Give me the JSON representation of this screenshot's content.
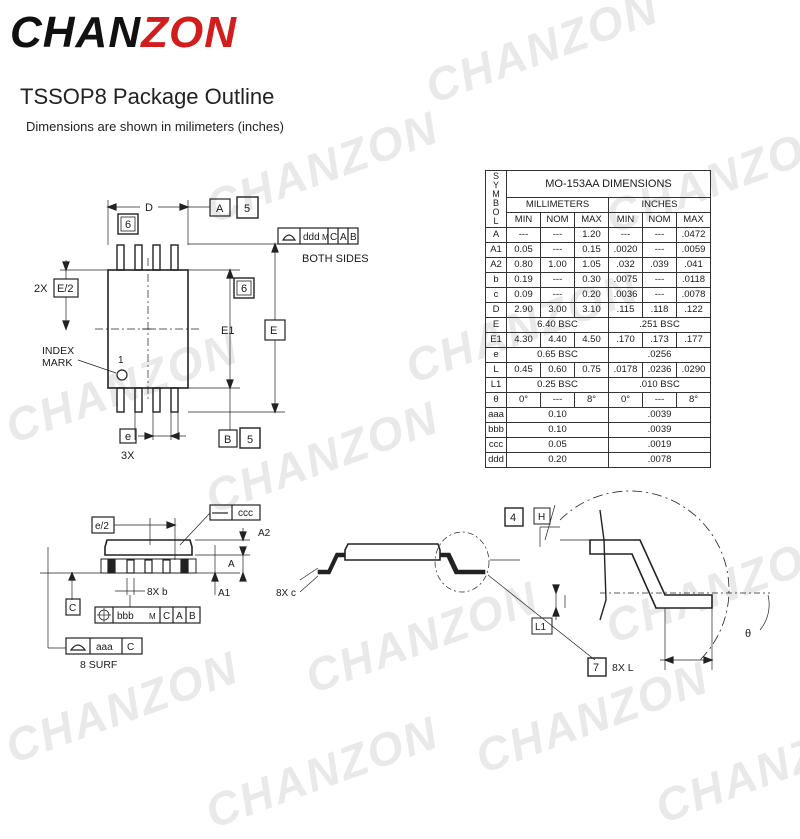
{
  "brand": {
    "prefix": "CHAN",
    "suffix": "ZON",
    "watermark": "CHANZON",
    "accent": "#d21d1d"
  },
  "header": {
    "title": "TSSOP8 Package Outline",
    "subtitle": "Dimensions are shown in milimeters (inches)"
  },
  "top_view": {
    "d": "D",
    "a": "A",
    "b_ref": "B",
    "five_1": "5",
    "five_2": "5",
    "six_1": "6",
    "six_2": "6",
    "fcf_top": "ddd",
    "fcf_m": "M",
    "fcf_c": "C",
    "fcf_a": "A",
    "fcf_b": "B",
    "both_sides": "BOTH SIDES",
    "two_x": "2X",
    "e_half": "E/2",
    "e1": "E1",
    "e": "E",
    "index_1": "INDEX",
    "index_2": "MARK",
    "pin1": "1",
    "e_small": "e",
    "three_x": "3X"
  },
  "side_view": {
    "e_half": "e/2",
    "ccc": "ccc",
    "a2": "A2",
    "a": "A",
    "a1": "A1",
    "eight_x_b": "8X b",
    "c": "C",
    "fcf_bbb": "bbb",
    "fcf_m": "M",
    "fcf_c": "C",
    "fcf_a": "A",
    "fcf_b": "B",
    "fcf_aaa": "aaa",
    "fcf_c2": "C",
    "eight_surf": "8 SURF"
  },
  "end_view": {
    "eight_x_c": "8X c"
  },
  "detail": {
    "four": "4",
    "h": "H",
    "l1": "L1",
    "theta": "θ",
    "seven": "7",
    "eight_x_l": "8X L"
  },
  "table": {
    "symbol_header": [
      "S",
      "Y",
      "M",
      "B",
      "O",
      "L"
    ],
    "group_title": "MO-153AA DIMENSIONS",
    "mm_label": "MILLIMETERS",
    "in_label": "INCHES",
    "cols": [
      "MIN",
      "NOM",
      "MAX",
      "MIN",
      "NOM",
      "MAX"
    ],
    "rows": [
      {
        "sym": "A",
        "mm": [
          "---",
          "---",
          "1.20"
        ],
        "in": [
          "---",
          "---",
          ".0472"
        ]
      },
      {
        "sym": "A1",
        "mm": [
          "0.05",
          "---",
          "0.15"
        ],
        "in": [
          ".0020",
          "---",
          ".0059"
        ]
      },
      {
        "sym": "A2",
        "mm": [
          "0.80",
          "1.00",
          "1.05"
        ],
        "in": [
          ".032",
          ".039",
          ".041"
        ]
      },
      {
        "sym": "b",
        "mm": [
          "0.19",
          "---",
          "0.30"
        ],
        "in": [
          ".0075",
          "---",
          ".0118"
        ]
      },
      {
        "sym": "c",
        "mm": [
          "0.09",
          "---",
          "0.20"
        ],
        "in": [
          ".0036",
          "---",
          ".0078"
        ]
      },
      {
        "sym": "D",
        "mm": [
          "2.90",
          "3.00",
          "3.10"
        ],
        "in": [
          ".115",
          ".118",
          ".122"
        ]
      },
      {
        "sym": "E",
        "mm_span": "6.40 BSC",
        "in_span": ".251 BSC"
      },
      {
        "sym": "E1",
        "mm": [
          "4.30",
          "4.40",
          "4.50"
        ],
        "in": [
          ".170",
          ".173",
          ".177"
        ]
      },
      {
        "sym": "e",
        "mm_span2": "0.65 BSC",
        "in_span2": ".0256"
      },
      {
        "sym": "L",
        "mm": [
          "0.45",
          "0.60",
          "0.75"
        ],
        "in": [
          ".0178",
          ".0236",
          ".0290"
        ]
      },
      {
        "sym": "L1",
        "mm_span2": "0.25 BSC",
        "in_span2": ".010 BSC"
      },
      {
        "sym": "θ",
        "mm": [
          "0°",
          "---",
          "8°"
        ],
        "in": [
          "0°",
          "---",
          "8°"
        ]
      },
      {
        "sym": "aaa",
        "mm_span": "0.10",
        "in_span": ".0039"
      },
      {
        "sym": "bbb",
        "mm_span": "0.10",
        "in_span": ".0039"
      },
      {
        "sym": "ccc",
        "mm_span": "0.05",
        "in_span": ".0019"
      },
      {
        "sym": "ddd",
        "mm_span": "0.20",
        "in_span": ".0078"
      }
    ]
  }
}
